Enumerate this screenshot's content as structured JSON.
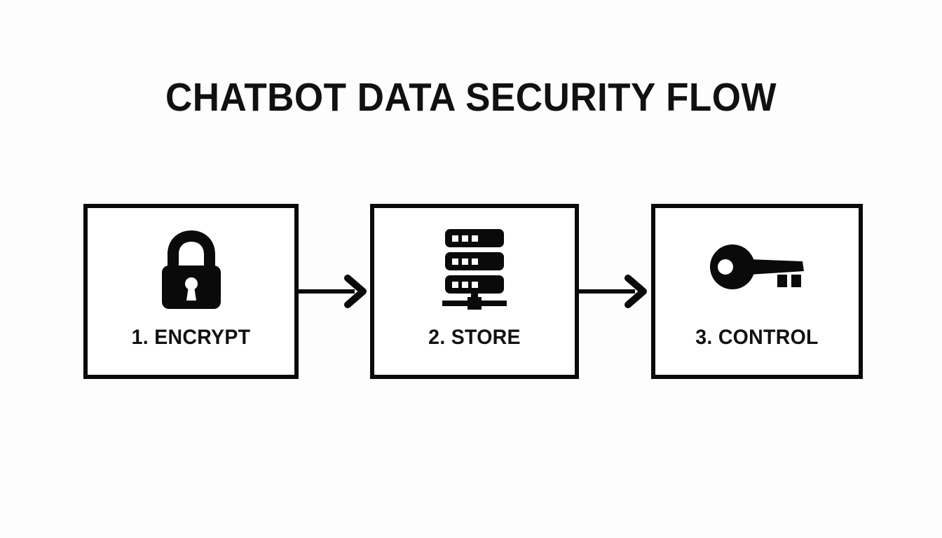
{
  "page": {
    "title": "CHATBOT DATA SECURITY FLOW",
    "background_color": "#fdfdfd",
    "ink_color": "#0a0a0a",
    "text_color": "#111111"
  },
  "diagram": {
    "type": "flow",
    "orientation": "horizontal",
    "step_count": 3,
    "connector": "arrow-right",
    "steps": [
      {
        "number": "1",
        "label": "1. ENCRYPT",
        "name": "ENCRYPT",
        "icon": "padlock-icon"
      },
      {
        "number": "2",
        "label": "2. STORE",
        "name": "STORE",
        "icon": "server-stack-icon"
      },
      {
        "number": "3",
        "label": "3. CONTROL",
        "name": "CONTROL",
        "icon": "key-icon"
      }
    ],
    "arrows": [
      {
        "from": "1. ENCRYPT",
        "to": "2. STORE",
        "icon": "arrow-right-icon"
      },
      {
        "from": "2. STORE",
        "to": "3. CONTROL",
        "icon": "arrow-right-icon"
      }
    ]
  }
}
